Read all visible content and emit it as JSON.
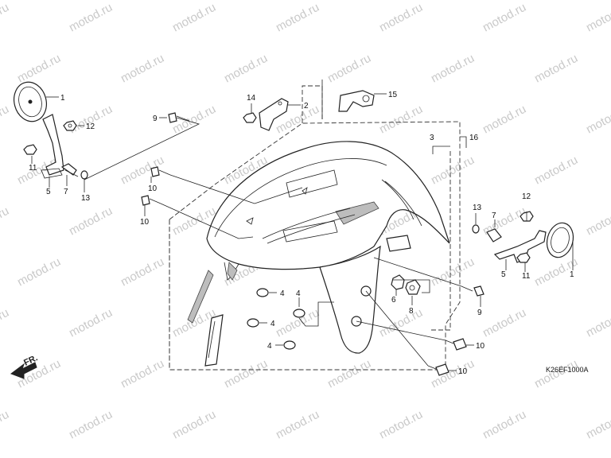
{
  "labels": {
    "front": "FR.",
    "diagram_code": "K26EF1000A"
  },
  "watermark_text": "motod.ru",
  "callouts": [
    {
      "id": "c1a",
      "text": "1"
    },
    {
      "id": "c12a",
      "text": "12"
    },
    {
      "id": "c11a",
      "text": "11"
    },
    {
      "id": "c5a",
      "text": "5"
    },
    {
      "id": "c7a",
      "text": "7"
    },
    {
      "id": "c13a",
      "text": "13"
    },
    {
      "id": "c14",
      "text": "14"
    },
    {
      "id": "c2",
      "text": "2"
    },
    {
      "id": "c15",
      "text": "15"
    },
    {
      "id": "c9a",
      "text": "9"
    },
    {
      "id": "c3",
      "text": "3"
    },
    {
      "id": "c16",
      "text": "16"
    },
    {
      "id": "c10a",
      "text": "10"
    },
    {
      "id": "c10b",
      "text": "10"
    },
    {
      "id": "c4a",
      "text": "4"
    },
    {
      "id": "c4b",
      "text": "4"
    },
    {
      "id": "c4c",
      "text": "4"
    },
    {
      "id": "c4d",
      "text": "4"
    },
    {
      "id": "c6",
      "text": "6"
    },
    {
      "id": "c8",
      "text": "8"
    },
    {
      "id": "c9b",
      "text": "9"
    },
    {
      "id": "c10c",
      "text": "10"
    },
    {
      "id": "c10d",
      "text": "10"
    },
    {
      "id": "c13b",
      "text": "13"
    },
    {
      "id": "c7b",
      "text": "7"
    },
    {
      "id": "c12b",
      "text": "12"
    },
    {
      "id": "c5b",
      "text": "5"
    },
    {
      "id": "c11b",
      "text": "11"
    },
    {
      "id": "c1b",
      "text": "1"
    }
  ]
}
